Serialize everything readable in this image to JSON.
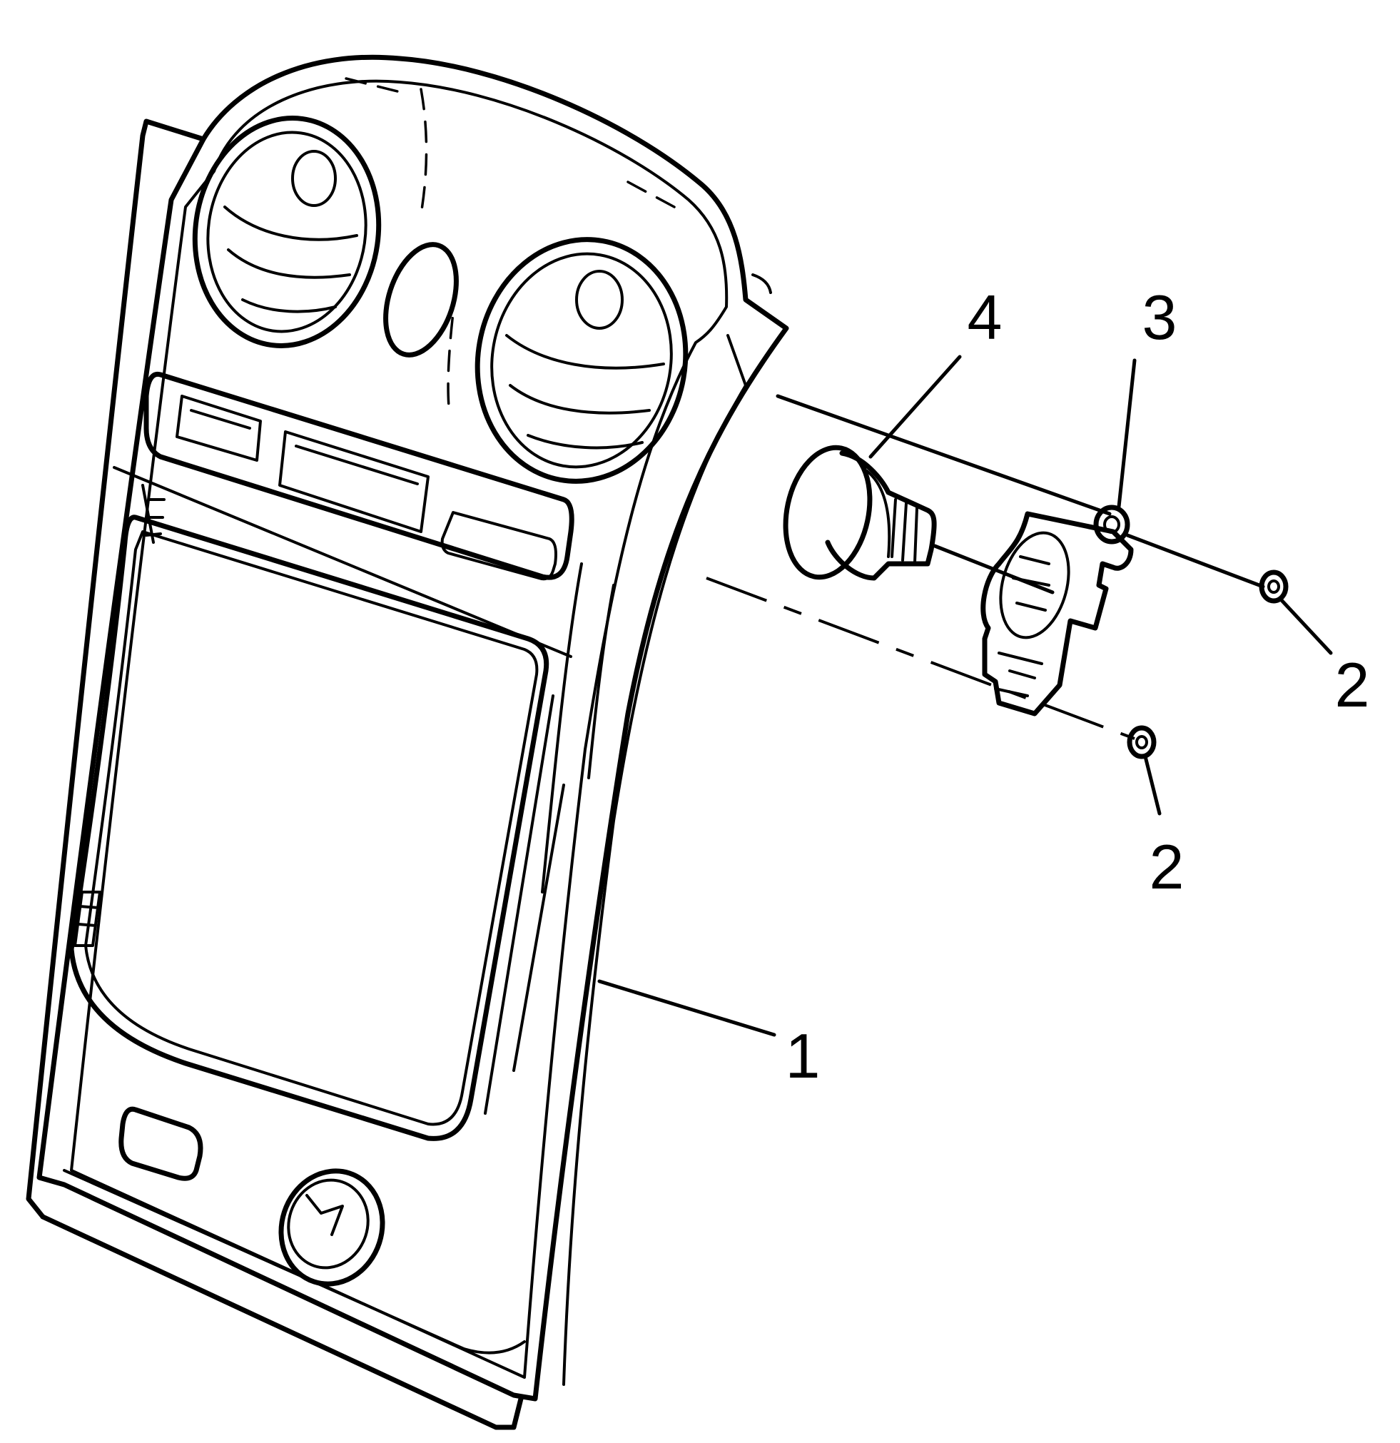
{
  "diagram": {
    "callouts": [
      {
        "id": "c1",
        "text": "1"
      },
      {
        "id": "c2a",
        "text": "2"
      },
      {
        "id": "c2b",
        "text": "2"
      },
      {
        "id": "c3",
        "text": "3"
      },
      {
        "id": "c4",
        "text": "4"
      }
    ]
  }
}
